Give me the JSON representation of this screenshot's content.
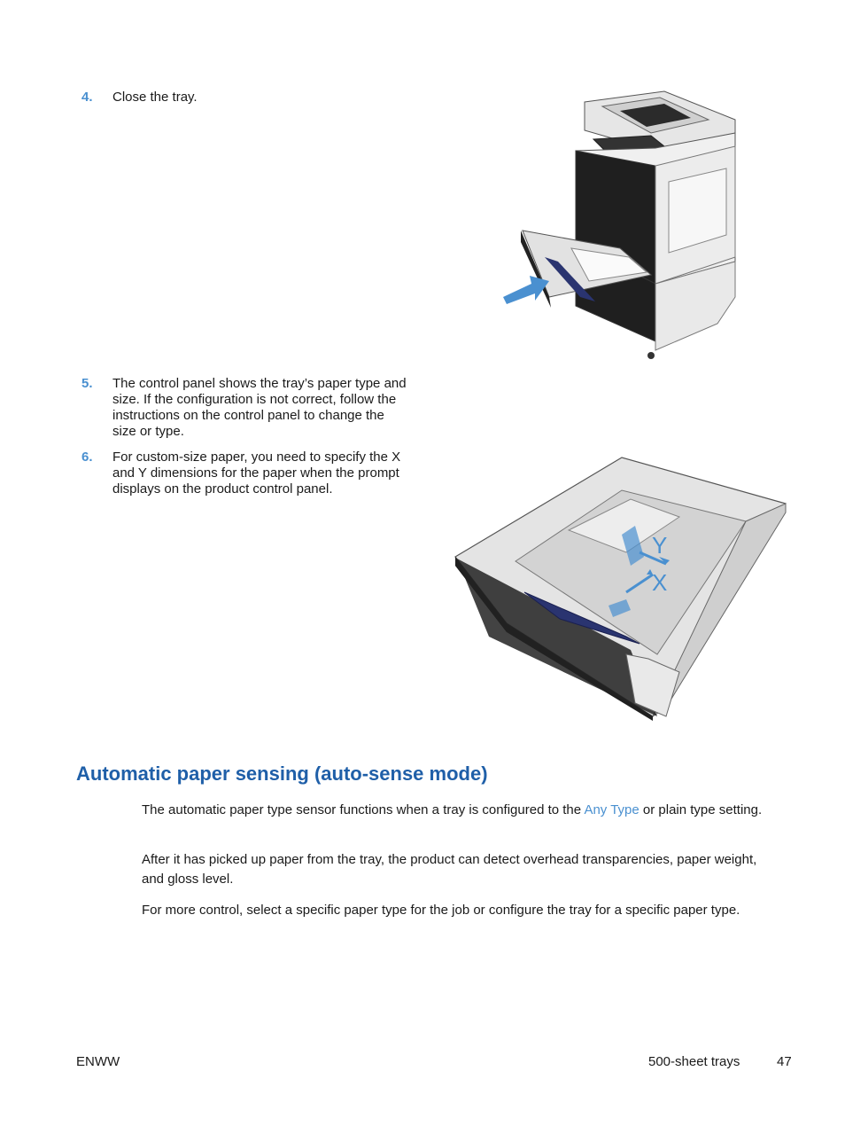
{
  "steps": [
    {
      "number": "4.",
      "text": "Close the tray."
    },
    {
      "number": "5.",
      "text": "The control panel shows the tray’s paper type and size. If the configuration is not correct, follow the instructions on the control panel to change the size or type."
    },
    {
      "number": "6.",
      "text": "For custom-size paper, you need to specify the X and Y dimensions for the paper when the prompt displays on the product control panel."
    }
  ],
  "section": {
    "heading": "Automatic paper sensing (auto-sense mode)",
    "para1_before": "The automatic paper type sensor functions when a tray is configured to the ",
    "para1_link": "Any Type",
    "para1_after": " or plain type setting.",
    "para2": "After it has picked up paper from the tray, the product can detect overhead transparencies, paper weight, and gloss level.",
    "para3": "For more control, select a specific paper type for the job or configure the tray for a specific paper type."
  },
  "illustrations": {
    "tray_labels": {
      "y": "Y",
      "x": "X"
    }
  },
  "footer": {
    "left": "ENWW",
    "section": "500-sheet trays",
    "page": "47"
  },
  "colors": {
    "step_number": "#4a90d0",
    "heading": "#1f5fa8",
    "link": "#4a90d0",
    "arrow": "#4a90d0",
    "tray_handle": "#2a3470"
  }
}
